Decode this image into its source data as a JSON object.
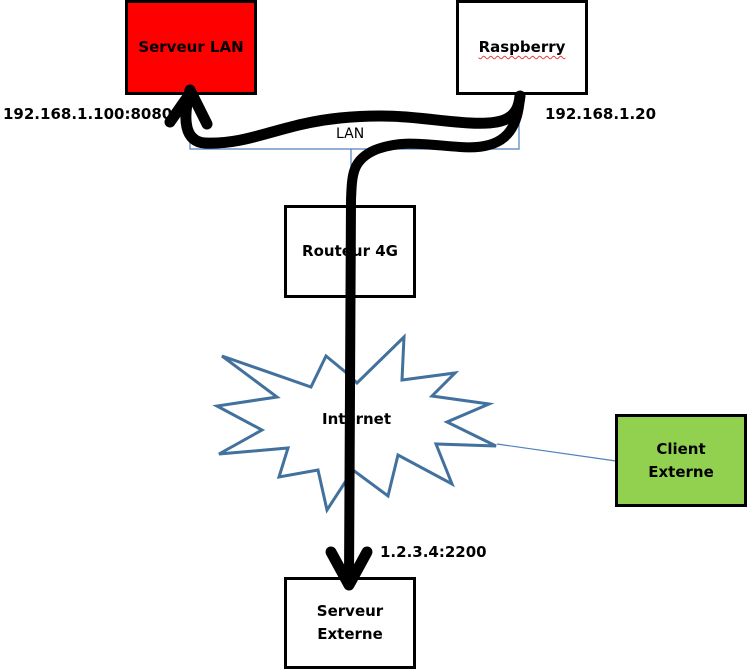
{
  "diagram": {
    "nodes": {
      "serveur_lan": {
        "label": "Serveur LAN",
        "fill": "#ff0000"
      },
      "raspberry": {
        "label": "Raspberry",
        "fill": "#ffffff",
        "spellcheck_underline": true
      },
      "routeur": {
        "label": "Routeur 4G",
        "fill": "#ffffff"
      },
      "internet": {
        "label": "Internet",
        "shape": "explosion",
        "stroke": "#41719c"
      },
      "client_externe": {
        "label_line1": "Client",
        "label_line2": "Externe",
        "fill": "#92d050"
      },
      "serveur_externe": {
        "label_line1": "Serveur",
        "label_line2": "Externe",
        "fill": "#ffffff"
      }
    },
    "labels": {
      "serveur_lan_address": "192.168.1.100:8080",
      "raspberry_address": "192.168.1.20",
      "lan": "LAN",
      "external_address": "1.2.3.4:2200"
    },
    "colors": {
      "arrow": "#000000",
      "connector": "#4f81bd"
    }
  }
}
